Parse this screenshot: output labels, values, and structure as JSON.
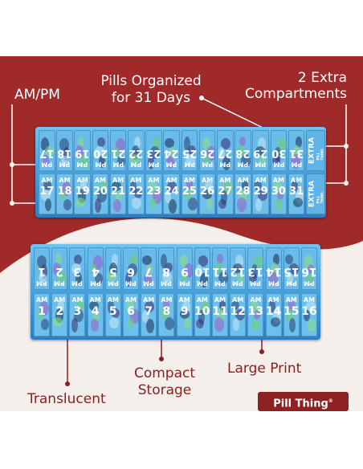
{
  "callouts": {
    "ampm": "AM/PM",
    "pills_line1": "Pills Organized",
    "pills_line2": "for 31 Days",
    "extra_line1": "2 Extra",
    "extra_line2": "Compartments",
    "compact_line1": "Compact",
    "compact_line2": "Storage",
    "large_print": "Large Print",
    "translucent": "Translucent"
  },
  "brand": {
    "name": "Pill Thing",
    "mark": "®"
  },
  "colors": {
    "maroon": "#a02a2a",
    "tray_blue": "#3e9ad6",
    "label_dark_red": "#8b1e1e"
  },
  "organizer": {
    "am_label": "AM",
    "pm_label": "PM",
    "extra_label": "EXTRA",
    "extra_sub": "PILL THING",
    "top_days": [
      "17",
      "18",
      "19",
      "20",
      "21",
      "22",
      "23",
      "24",
      "25",
      "26",
      "27",
      "28",
      "29",
      "30",
      "31"
    ],
    "bottom_days": [
      "1",
      "2",
      "3",
      "4",
      "5",
      "6",
      "7",
      "8",
      "9",
      "10",
      "11",
      "12",
      "13",
      "14",
      "15",
      "16"
    ]
  }
}
